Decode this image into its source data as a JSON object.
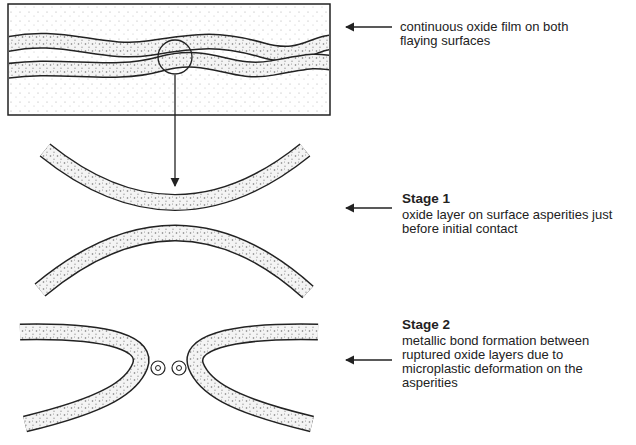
{
  "diagram": {
    "labels": [
      "continuous oxide film on both flaying surfaces",
      "Stage 1",
      "oxide layer on surface asperities just before initial contact",
      "Stage 2",
      "metallic bond formation between ruptured oxide layers due to microplastic deformation on the asperities"
    ]
  }
}
